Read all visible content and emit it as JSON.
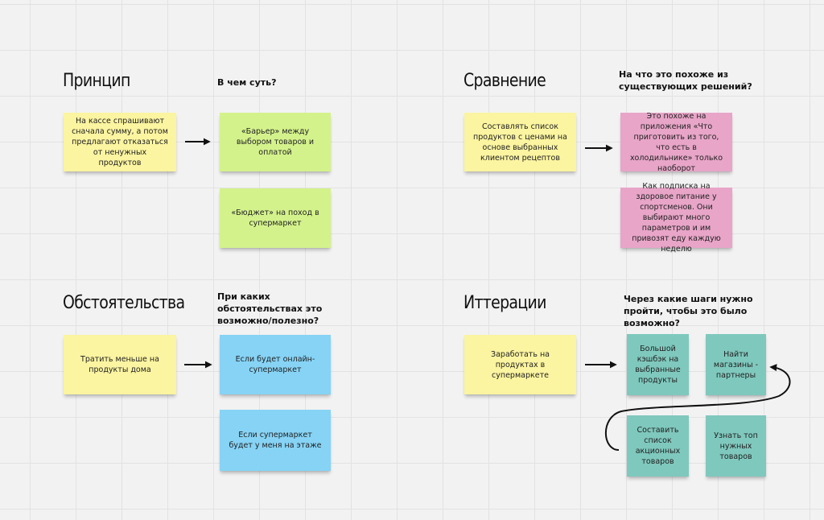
{
  "principle": {
    "title": "Принцип",
    "question": "В чем суть?",
    "source": "На кассе спрашивают сначала сумму, а потом предлагают отказаться от ненужных продуктов",
    "ideas": [
      "«Барьер» между выбором товаров и оплатой",
      "«Бюджет» на поход в супермаркет"
    ]
  },
  "comparison": {
    "title": "Сравнение",
    "question": "На что это похоже из существующих решений?",
    "source": "Составлять список продуктов с ценами на основе выбранных клиентом рецептов",
    "ideas": [
      "Это похоже на приложения «Что приготовить из того, что есть в холодильнике» только наоборот",
      "Как подписка на здоровое питание у спортсменов. Они выбирают много параметров и им привозят еду каждую неделю"
    ]
  },
  "circumstances": {
    "title": "Обстоятельства",
    "question": "При каких обстоятельствах это возможно/полезно?",
    "source": "Тратить меньше на продукты дома",
    "ideas": [
      "Если будет онлайн-супермаркет",
      "Если супермаркет будет у меня на этаже"
    ]
  },
  "iterations": {
    "title": "Иттерации",
    "question": "Через какие шаги нужно пройти, чтобы это было возможно?",
    "source": "Заработать на продуктах в супермаркете",
    "steps": [
      "Большой кэшбэк на выбранные продукты",
      "Найти магазины - партнеры",
      "Составить список акционных товаров",
      "Узнать топ нужных товаров"
    ]
  },
  "colors": {
    "background": "#f2f2f2",
    "yellow": "#fbf4a0",
    "green": "#d4f28c",
    "pink": "#e8a5c8",
    "blue": "#86d3f5",
    "teal": "#7fc8bd"
  }
}
